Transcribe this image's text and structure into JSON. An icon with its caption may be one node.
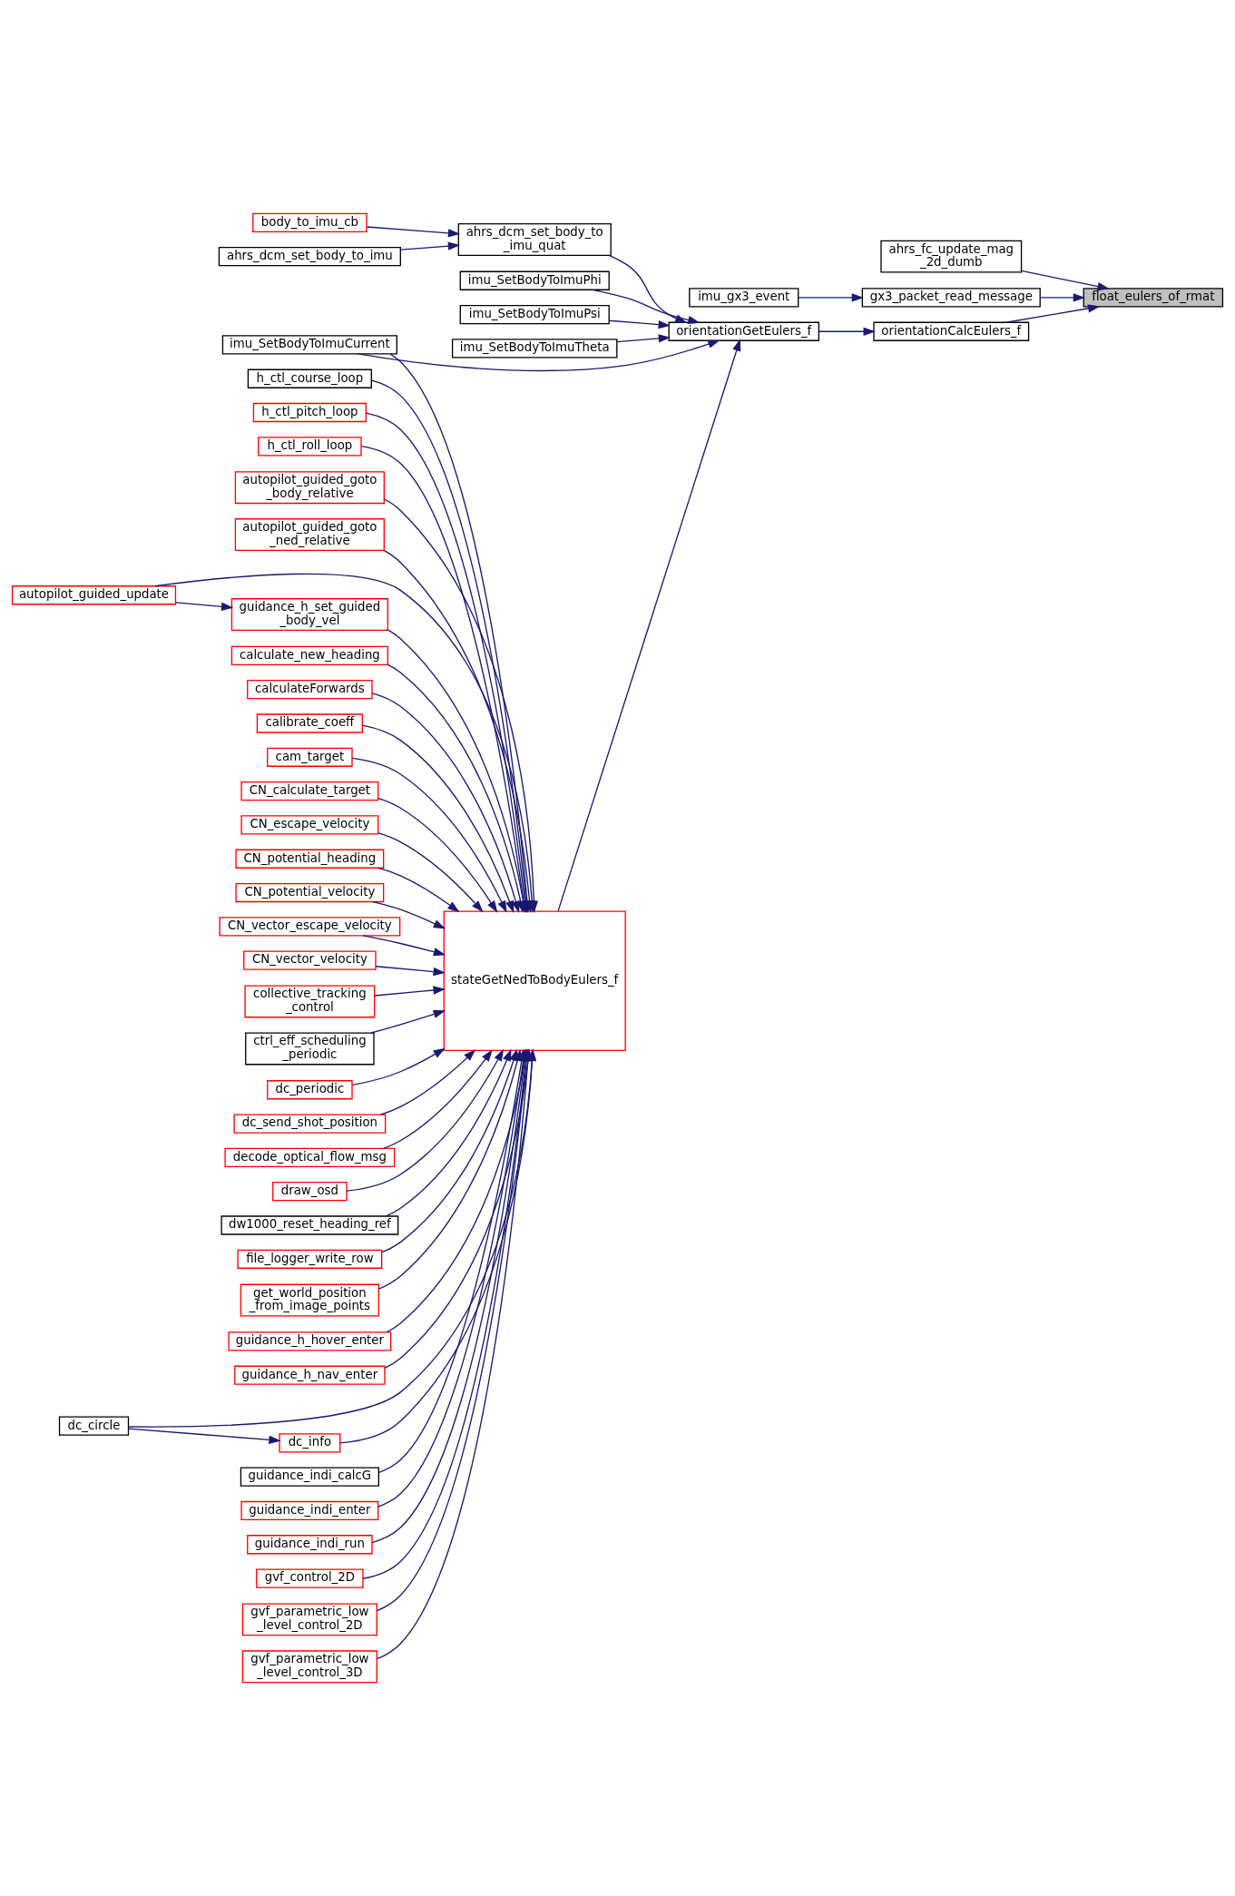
{
  "diagram": {
    "nodes": [
      {
        "text": [
          "float_eulers_of_rmat"
        ]
      },
      {
        "text": [
          "ahrs_fc_update_mag _2d_dumb"
        ]
      },
      {
        "text": [
          "gx3_packet_read_message"
        ]
      },
      {
        "text": [
          "orientationCalcEulers_f"
        ]
      },
      {
        "text": [
          "imu_gx3_event"
        ]
      },
      {
        "text": [
          "orientationGetEulers_f"
        ]
      },
      {
        "text": [
          "ahrs_dcm_set_body_to _imu_quat"
        ]
      },
      {
        "text": [
          "imu_SetBodyToImuPhi"
        ]
      },
      {
        "text": [
          "imu_SetBodyToImuPsi"
        ]
      },
      {
        "text": [
          "imu_SetBodyToImuTheta"
        ]
      },
      {
        "text": [
          "stateGetNedToBodyEulers_f"
        ]
      },
      {
        "text": [
          "body_to_imu_cb"
        ]
      },
      {
        "text": [
          "ahrs_dcm_set_body_to_imu"
        ]
      },
      {
        "text": [
          "imu_SetBodyToImuCurrent"
        ]
      },
      {
        "text": [
          "h_ctl_course_loop"
        ]
      },
      {
        "text": [
          "h_ctl_pitch_loop"
        ]
      },
      {
        "text": [
          "h_ctl_roll_loop"
        ]
      },
      {
        "text": [
          "autopilot_guided_goto _body_relative"
        ]
      },
      {
        "text": [
          "autopilot_guided_goto _ned_relative"
        ]
      },
      {
        "text": [
          "guidance_h_set_guided _body_vel"
        ]
      },
      {
        "text": [
          "calculate_new_heading"
        ]
      },
      {
        "text": [
          "calculateForwards"
        ]
      },
      {
        "text": [
          "calibrate_coeff"
        ]
      },
      {
        "text": [
          "cam_target"
        ]
      },
      {
        "text": [
          "CN_calculate_target"
        ]
      },
      {
        "text": [
          "CN_escape_velocity"
        ]
      },
      {
        "text": [
          "CN_potential_heading"
        ]
      },
      {
        "text": [
          "CN_potential_velocity"
        ]
      },
      {
        "text": [
          "CN_vector_escape_velocity"
        ]
      },
      {
        "text": [
          "CN_vector_velocity"
        ]
      },
      {
        "text": [
          "collective_tracking _control"
        ]
      },
      {
        "text": [
          "ctrl_eff_scheduling _periodic"
        ]
      },
      {
        "text": [
          "dc_periodic"
        ]
      },
      {
        "text": [
          "dc_send_shot_position"
        ]
      },
      {
        "text": [
          "decode_optical_flow_msg"
        ]
      },
      {
        "text": [
          "draw_osd"
        ]
      },
      {
        "text": [
          "dw1000_reset_heading_ref"
        ]
      },
      {
        "text": [
          "file_logger_write_row"
        ]
      },
      {
        "text": [
          "get_world_position _from_image_points"
        ]
      },
      {
        "text": [
          "guidance_h_hover_enter"
        ]
      },
      {
        "text": [
          "guidance_h_nav_enter"
        ]
      },
      {
        "text": [
          "dc_info"
        ]
      },
      {
        "text": [
          "guidance_indi_calcG"
        ]
      },
      {
        "text": [
          "guidance_indi_enter"
        ]
      },
      {
        "text": [
          "guidance_indi_run"
        ]
      },
      {
        "text": [
          "gvf_control_2D"
        ]
      },
      {
        "text": [
          "gvf_parametric_low _level_control_2D"
        ]
      },
      {
        "text": [
          "gvf_parametric_low _level_control_3D"
        ]
      },
      {
        "text": [
          "autopilot_guided_update"
        ]
      },
      {
        "text": [
          "dc_circle"
        ]
      }
    ],
    "edges": [
      {
        "from": 1,
        "to": 0,
        "arrow": "to"
      },
      {
        "from": 2,
        "to": 0,
        "arrow": "to"
      },
      {
        "from": 3,
        "to": 0,
        "arrow": "to"
      },
      {
        "from": 4,
        "to": 2,
        "arrow": "to"
      },
      {
        "from": 5,
        "to": 3,
        "arrow": "to"
      },
      {
        "from": 6,
        "to": 5,
        "arrow": "to"
      },
      {
        "from": 13,
        "to": 5,
        "arrow": "to"
      },
      {
        "from": 7,
        "to": 5,
        "arrow": "to"
      },
      {
        "from": 8,
        "to": 5,
        "arrow": "to"
      },
      {
        "from": 9,
        "to": 5,
        "arrow": "to"
      },
      {
        "from": 10,
        "to": 5,
        "arrow": "to"
      },
      {
        "from": 11,
        "to": 6,
        "arrow": "to"
      },
      {
        "from": 12,
        "to": 6,
        "arrow": "to"
      },
      {
        "from": 13,
        "to": 10,
        "arrow": "to"
      },
      {
        "from": 14,
        "to": 10,
        "arrow": "to"
      },
      {
        "from": 15,
        "to": 10,
        "arrow": "to"
      },
      {
        "from": 16,
        "to": 10,
        "arrow": "to"
      },
      {
        "from": 17,
        "to": 10,
        "arrow": "to"
      },
      {
        "from": 18,
        "to": 10,
        "arrow": "to"
      },
      {
        "from": 19,
        "to": 10,
        "arrow": "to"
      },
      {
        "from": 20,
        "to": 10,
        "arrow": "to"
      },
      {
        "from": 21,
        "to": 10,
        "arrow": "to"
      },
      {
        "from": 22,
        "to": 10,
        "arrow": "to"
      },
      {
        "from": 23,
        "to": 10,
        "arrow": "to"
      },
      {
        "from": 24,
        "to": 10,
        "arrow": "to"
      },
      {
        "from": 25,
        "to": 10,
        "arrow": "to"
      },
      {
        "from": 26,
        "to": 10,
        "arrow": "to"
      },
      {
        "from": 27,
        "to": 10,
        "arrow": "to"
      },
      {
        "from": 28,
        "to": 10,
        "arrow": "to"
      },
      {
        "from": 29,
        "to": 10,
        "arrow": "to"
      },
      {
        "from": 30,
        "to": 10,
        "arrow": "to"
      },
      {
        "from": 31,
        "to": 10,
        "arrow": "to"
      },
      {
        "from": 48,
        "to": 10,
        "arrow": "to"
      },
      {
        "from": 49,
        "to": 10,
        "arrow": "to"
      },
      {
        "from": 32,
        "to": 10,
        "arrow": "to"
      },
      {
        "from": 33,
        "to": 10,
        "arrow": "to"
      },
      {
        "from": 34,
        "to": 10,
        "arrow": "to"
      },
      {
        "from": 35,
        "to": 10,
        "arrow": "to"
      },
      {
        "from": 36,
        "to": 10,
        "arrow": "to"
      },
      {
        "from": 37,
        "to": 10,
        "arrow": "to"
      },
      {
        "from": 38,
        "to": 10,
        "arrow": "to"
      },
      {
        "from": 39,
        "to": 10,
        "arrow": "to"
      },
      {
        "from": 40,
        "to": 10,
        "arrow": "to"
      },
      {
        "from": 41,
        "to": 10,
        "arrow": "to"
      },
      {
        "from": 42,
        "to": 10,
        "arrow": "to"
      },
      {
        "from": 43,
        "to": 10,
        "arrow": "to"
      },
      {
        "from": 44,
        "to": 10,
        "arrow": "to"
      },
      {
        "from": 45,
        "to": 10,
        "arrow": "to"
      },
      {
        "from": 46,
        "to": 10,
        "arrow": "to"
      },
      {
        "from": 47,
        "to": 10,
        "arrow": "to"
      },
      {
        "from": 48,
        "to": 19,
        "arrow": "to"
      },
      {
        "from": 49,
        "to": 41,
        "arrow": "to"
      }
    ]
  }
}
